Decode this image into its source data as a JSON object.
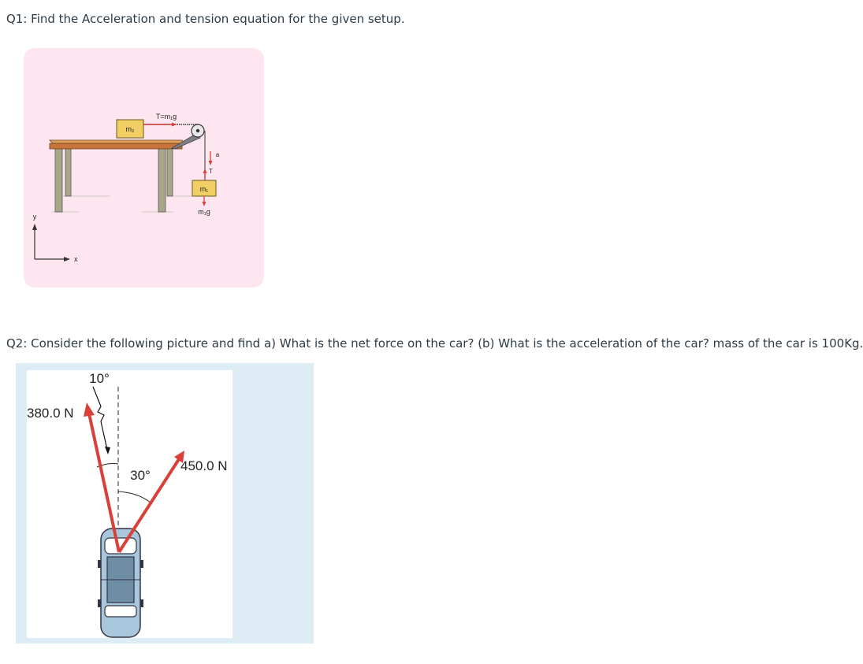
{
  "q1": {
    "text": "Q1:  Find the Acceleration and tension equation for the given setup.",
    "figure": {
      "background": "#fde6ef",
      "labels": {
        "tension_top": "T=m₁g",
        "m2": "m₂",
        "m1": "m₁",
        "weight": "m₁g",
        "accel": "a",
        "tension": "T",
        "axis_y": "y",
        "axis_x": "x"
      }
    }
  },
  "q2": {
    "text": "Q2: Consider the following picture and find a) What is the net force on the car? (b) What is the acceleration of the car?  mass of the car is 100Kg.",
    "figure": {
      "background": "#deecf5",
      "arrow_color": "#d9403a",
      "labels": {
        "force1": "380.0 N",
        "force2": "450.0 N",
        "angle1": "10°",
        "angle2": "30°"
      }
    }
  }
}
